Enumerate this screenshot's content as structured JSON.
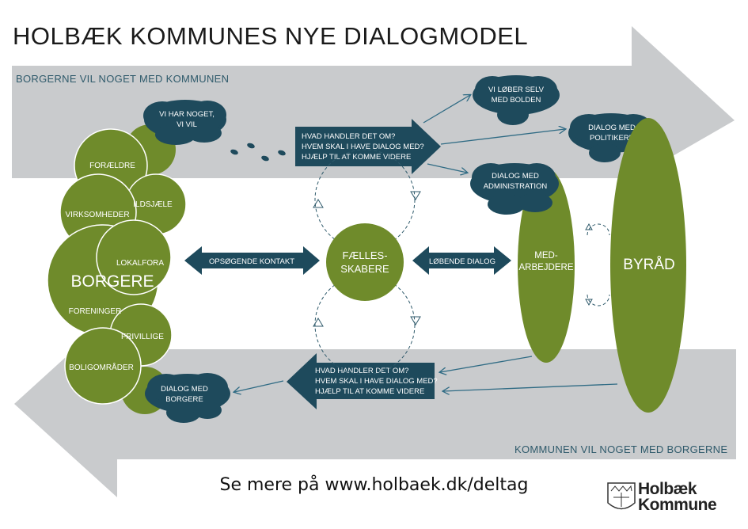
{
  "title": "HOLBÆK KOMMUNES NYE DIALOGMODEL",
  "top_band_label": "BORGERNE VIL NOGET MED KOMMUNEN",
  "bottom_band_label": "KOMMUNEN VIL NOGET MED BORGERNE",
  "borgere_cluster": {
    "main": "BORGERE",
    "items": [
      "FORÆLDRE",
      "ILDSJÆLE",
      "VIRKSOMHEDER",
      "LOKALFORA",
      "FORENINGER",
      "FRIVILLIGE",
      "BOLIGOMRÅDER"
    ]
  },
  "clouds": {
    "vi_har_noget": [
      "VI HAR NOGET,",
      "VI VIL"
    ],
    "vi_loeber": [
      "VI LØBER SELV",
      "MED BOLDEN"
    ],
    "dialog_politikere": [
      "DIALOG MED",
      "POLITIKERE"
    ],
    "dialog_administration": [
      "DIALOG MED",
      "ADMINISTRATION"
    ],
    "dialog_borgere": [
      "DIALOG MED",
      "BORGERE"
    ]
  },
  "questions_top": [
    "HVAD HANDLER DET OM?",
    "HVEM SKAL I HAVE DIALOG MED?",
    "HJÆLP TIL AT KOMME VIDERE"
  ],
  "questions_bottom": [
    "HVAD HANDLER DET OM?",
    "HVEM SKAL I HAVE DIALOG MED?",
    "HJÆLP TIL AT KOMME VIDERE"
  ],
  "center": [
    "FÆLLES-",
    "SKABERE"
  ],
  "left_arrow_label": "OPSØGENDE KONTAKT",
  "right_arrow_label": "LØBENDE DIALOG",
  "medarbejdere": [
    "MED-",
    "ARBEJDERE"
  ],
  "byraad": "BYRÅD",
  "footer": "Se mere på www.holbaek.dk/deltag",
  "logo": [
    "Holbæk",
    "Kommune"
  ],
  "colors": {
    "green": "#6f8b2b",
    "dark": "#1e4a5c",
    "band": "#c9cbcd",
    "text_dark": "#2f5a6b"
  }
}
